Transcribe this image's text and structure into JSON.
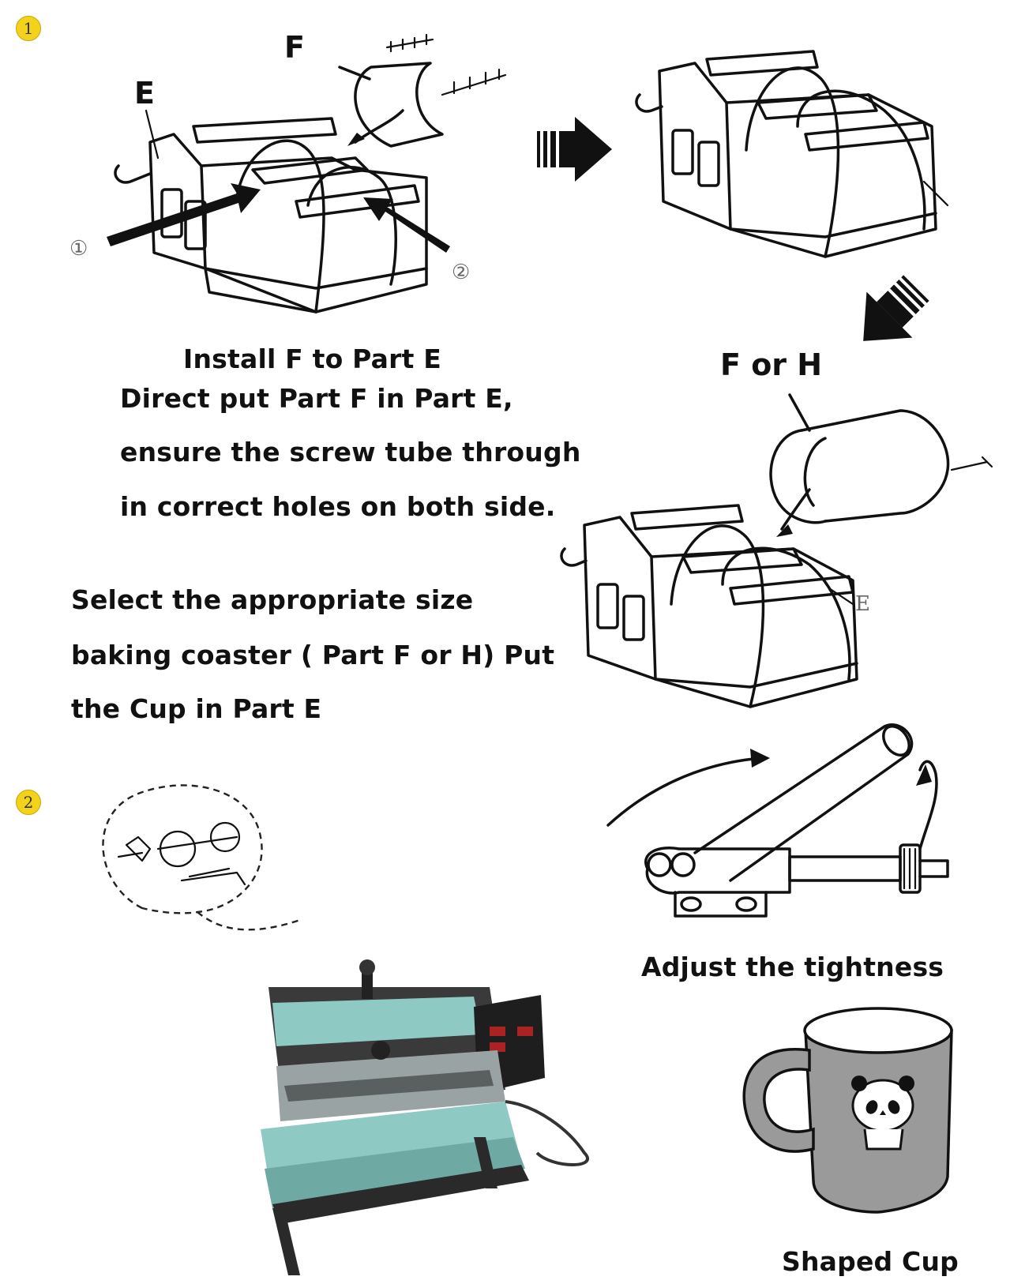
{
  "steps": {
    "step1": "1",
    "step2": "2"
  },
  "labels": {
    "part_f": "F",
    "part_e": "E",
    "circle_one": "①",
    "circle_two": "②",
    "f_or_h": "F or H",
    "e_small": "E"
  },
  "instructions": {
    "install_title": "Install F to Part E",
    "line1": "Direct put Part F in Part E,",
    "line2": "ensure the screw tube through",
    "line3": "in correct holes on both side.",
    "select1": "Select the appropriate size",
    "select2": "baking coaster ( Part F or H) Put",
    "select3": "the Cup in Part E"
  },
  "captions": {
    "adjust": "Adjust the tightness",
    "shaped_cup": "Shaped Cup"
  },
  "colors": {
    "badge": "#f3d21b",
    "machine_teal": "#8fc9c4",
    "machine_dark": "#2a2a2a"
  }
}
